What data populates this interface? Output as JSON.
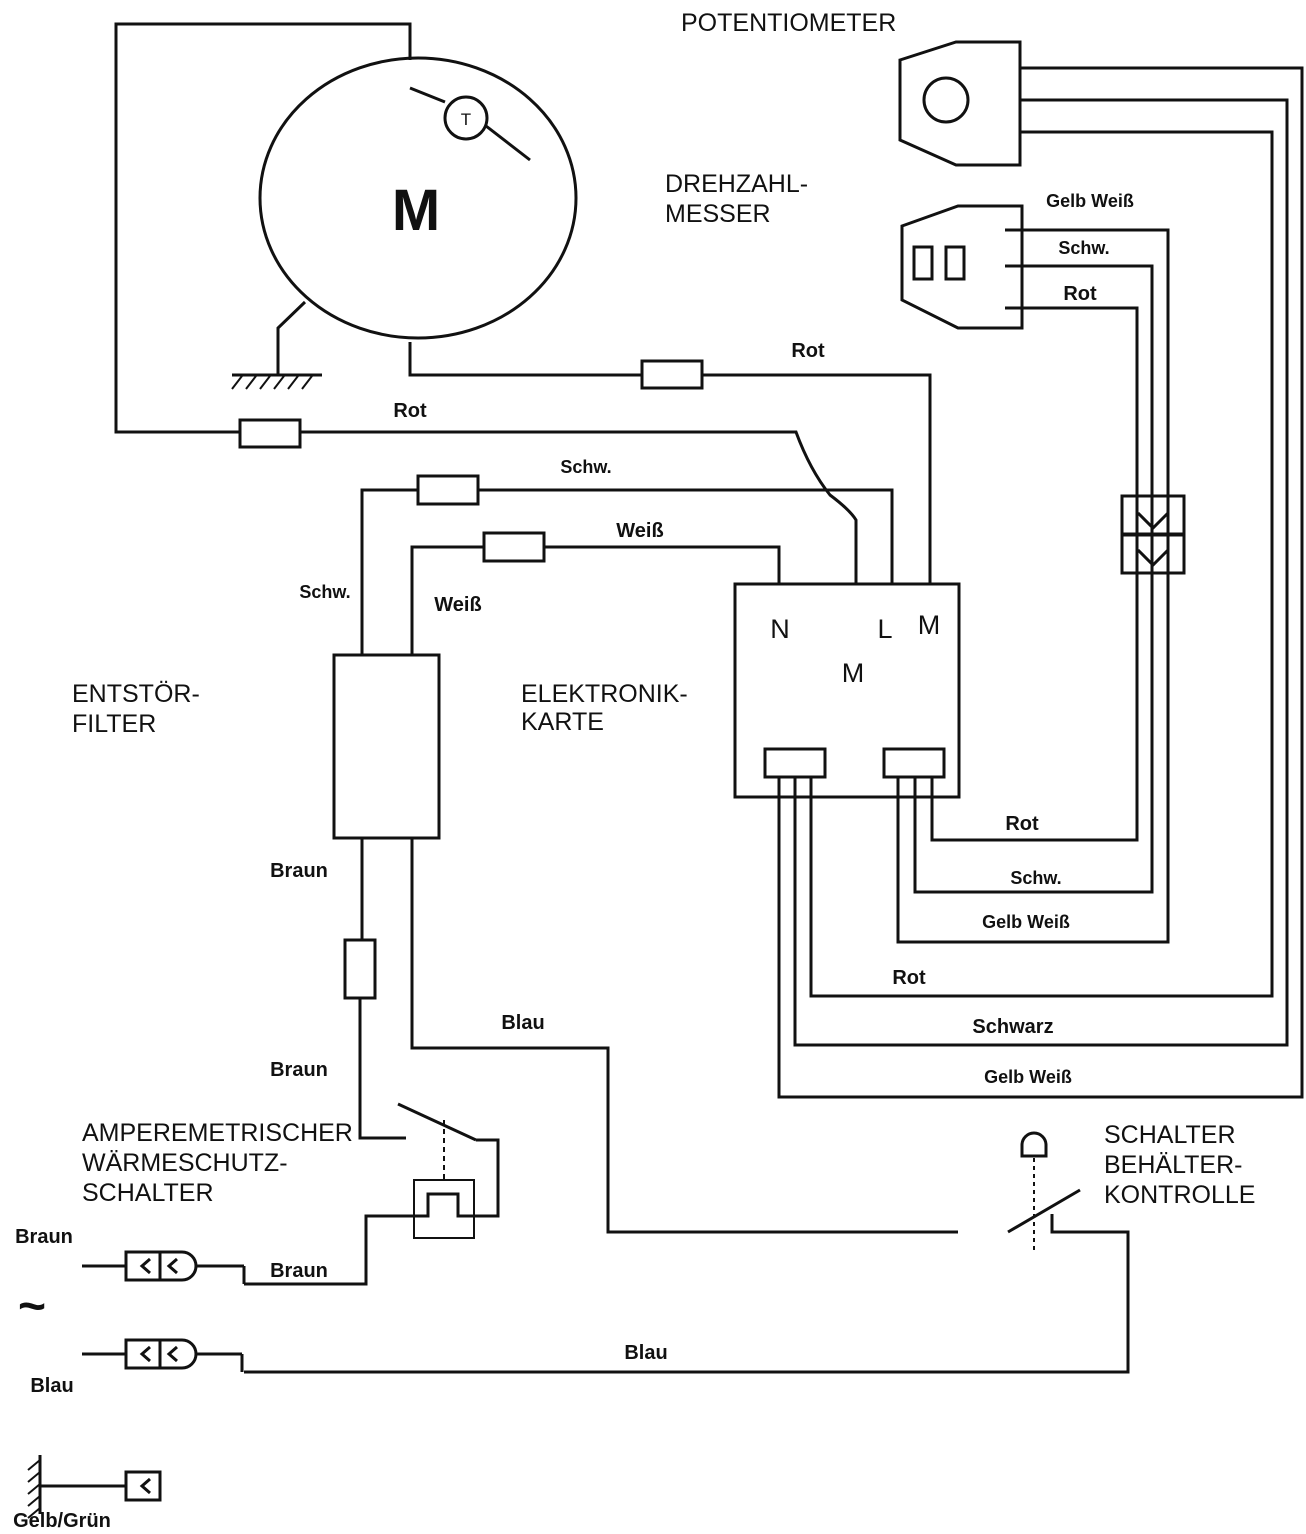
{
  "components": {
    "motor": "M",
    "thermal": "T",
    "potentiometer_l1": "POTENTIOMETER",
    "tacho_l1": "DREHZAHL-",
    "tacho_l2": "MESSER",
    "filter_l1": "ENTSTÖR-",
    "filter_l2": "FILTER",
    "board_l1": "ELEKTRONIK-",
    "board_l2": "KARTE",
    "breaker_l1": "AMPEREMETRISCHER",
    "breaker_l2": "WÄRMESCHUTZ-",
    "breaker_l3": "SCHALTER",
    "container_l1": "SCHALTER",
    "container_l2": "BEHÄLTER-",
    "container_l3": "KONTROLLE",
    "ac_symbol": "~"
  },
  "terminals": {
    "n": "N",
    "l": "L",
    "m_right": "M",
    "m_left": "M"
  },
  "wires": {
    "tacho_gelb_weiss": "Gelb Weiß",
    "tacho_schw": "Schw.",
    "tacho_rot": "Rot",
    "motor_rot": "Rot",
    "thermal_rot": "Rot",
    "filter_schw_top": "Schw.",
    "filter_weiss_top": "Weiß",
    "filter_schw_side": "Schw.",
    "filter_weiss_side": "Weiß",
    "board_rot": "Rot",
    "board_schw": "Schw.",
    "board_gelb_weiss": "Gelb Weiß",
    "pot_rot": "Rot",
    "pot_schwarz": "Schwarz",
    "pot_gelb_weiss": "Gelb Weiß",
    "braun_upper": "Braun",
    "braun_lower": "Braun",
    "blau_filter": "Blau",
    "mains_braun_label": "Braun",
    "mains_braun_wire": "Braun",
    "mains_blau_wire": "Blau",
    "mains_blau_label": "Blau",
    "earth": "Gelb/Grün"
  }
}
